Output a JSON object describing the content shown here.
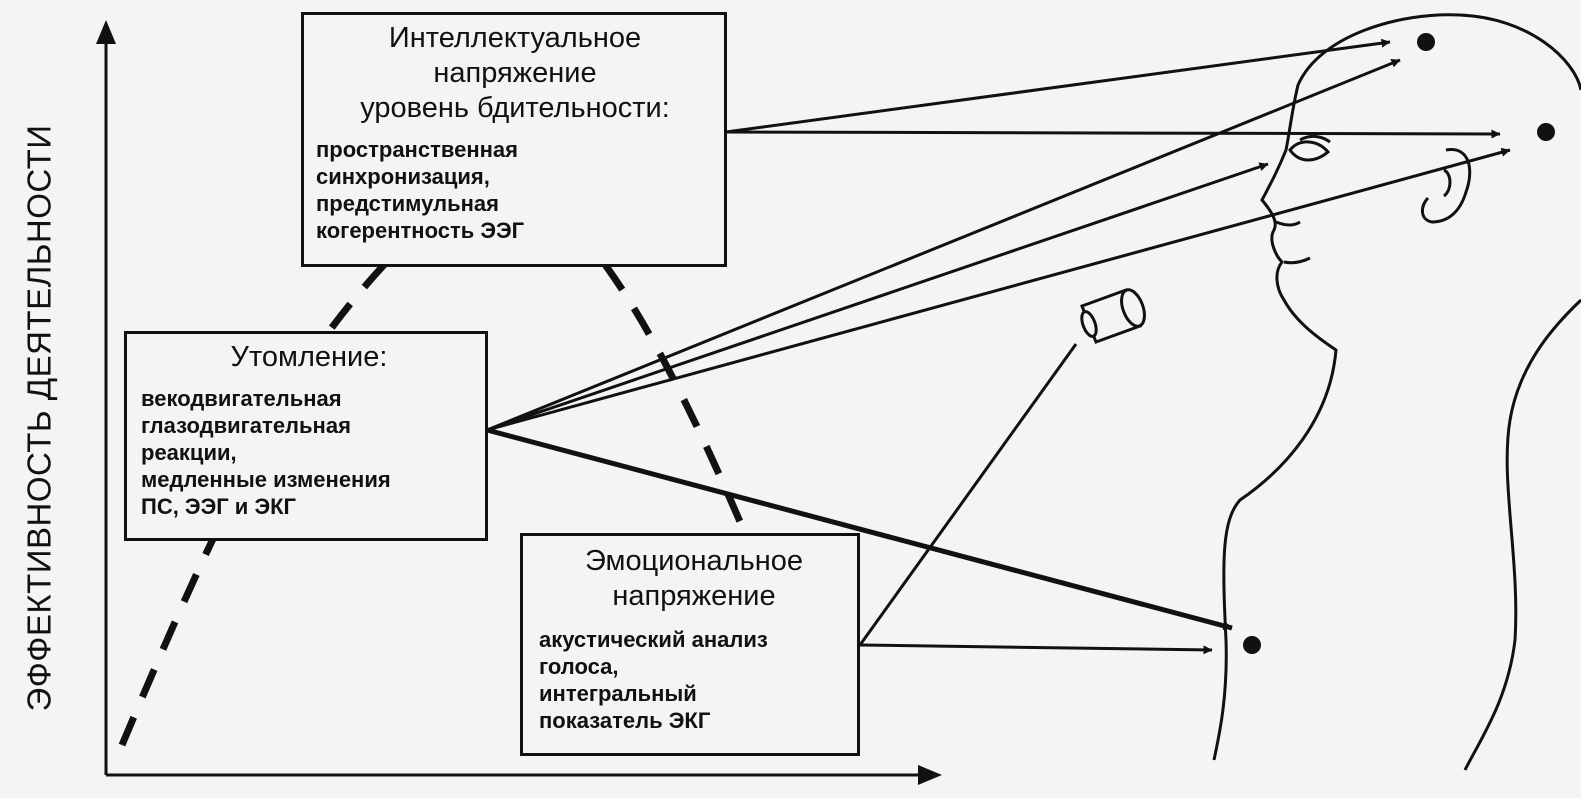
{
  "diagram": {
    "y_axis_label": "ЭФФЕКТИВНОСТЬ ДЕЯТЕЛЬНОСТИ",
    "boxes": {
      "intellectual": {
        "title": [
          "Интеллектуальное",
          "напряжение",
          "уровень бдительности:"
        ],
        "details": [
          "пространственная",
          "синхронизация,",
          "предстимульная",
          "когерентность ЭЭГ"
        ]
      },
      "fatigue": {
        "title": [
          "Утомление:"
        ],
        "details": [
          "векодвигательная",
          "глазодвигательная",
          "реакции,",
          "медленные изменения",
          "ПС, ЭЭГ и ЭКГ"
        ]
      },
      "emotional": {
        "title": [
          "Эмоциональное",
          "напряжение"
        ],
        "details": [
          "акустический анализ",
          "голоса,",
          "интегральный",
          "показатель ЭКГ"
        ]
      }
    },
    "colors": {
      "ink": "#111111",
      "background": "#f4f4f4"
    },
    "icons": [
      "head-silhouette",
      "microphone-icon",
      "sensor-dot"
    ]
  }
}
